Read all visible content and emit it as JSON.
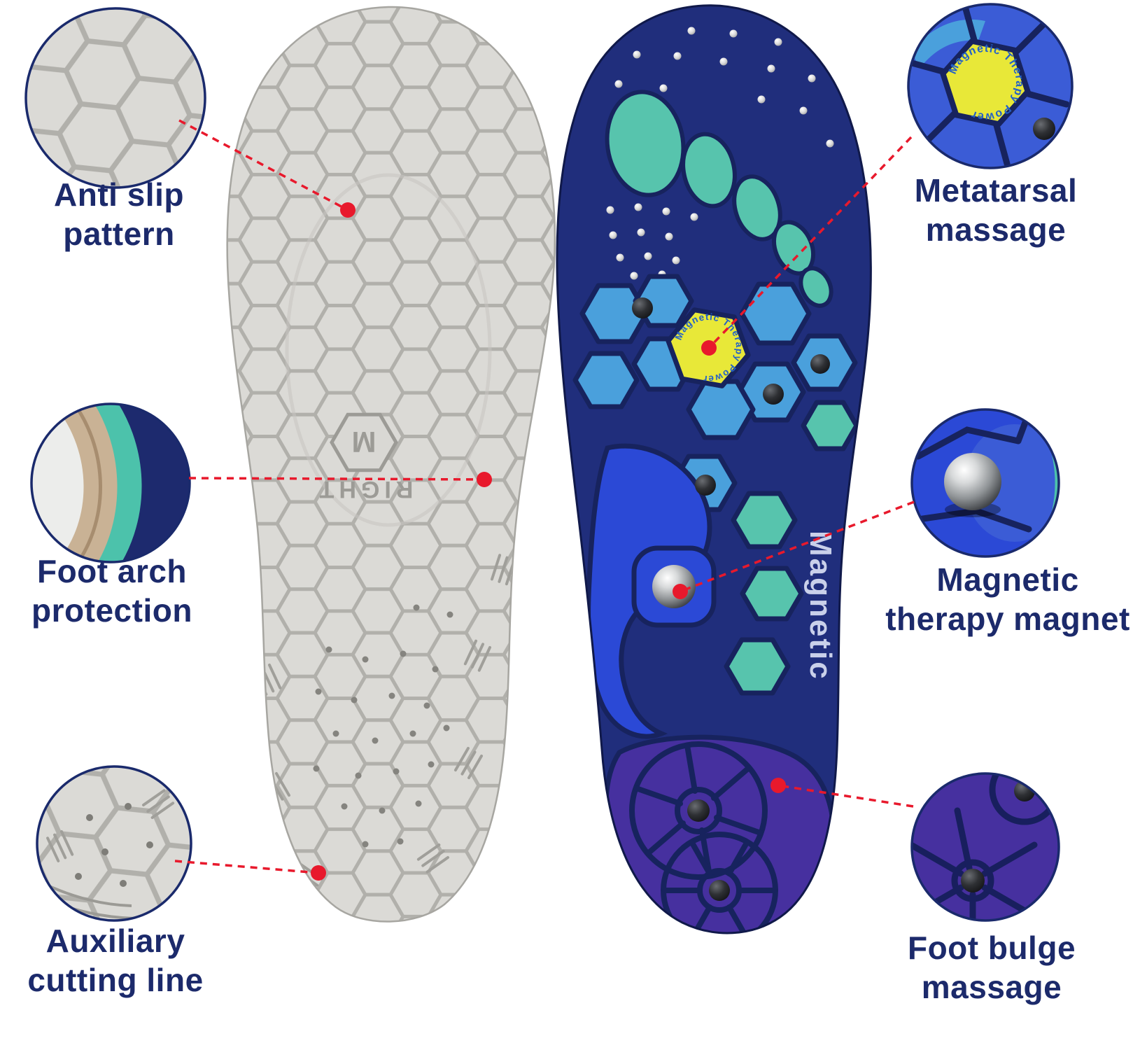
{
  "labels": {
    "anti_slip": {
      "line1": "Anti slip pattern"
    },
    "foot_arch": {
      "line1": "Foot arch",
      "line2": "protection"
    },
    "auxiliary": {
      "line1": "Auxiliary",
      "line2": "cutting line"
    },
    "metatarsal": {
      "line1": "Metatarsal",
      "line2": "massage"
    },
    "magnet": {
      "line1": "Magnetic",
      "line2": "therapy magnet"
    },
    "foot_bulge": {
      "line1": "Foot bulge",
      "line2": "massage"
    }
  },
  "insole_bottom": {
    "size_text": "RIGHT",
    "size_letter": "M"
  },
  "insole_top": {
    "brand_text": "Magnetic",
    "magnet_hex_text": "Magnetic Therapy Power"
  },
  "colors": {
    "label_navy": "#1c2a6b",
    "leader_red": "#e8192c",
    "insole_navy": "#202e7c",
    "pad_light_blue": "#4aa0dc",
    "pad_royal_blue": "#2b49d6",
    "pad_teal": "#57c4ad",
    "pad_purple": "#46309f",
    "hex_yellow": "#e8e838",
    "sole_gray": "#d7d6d2"
  }
}
